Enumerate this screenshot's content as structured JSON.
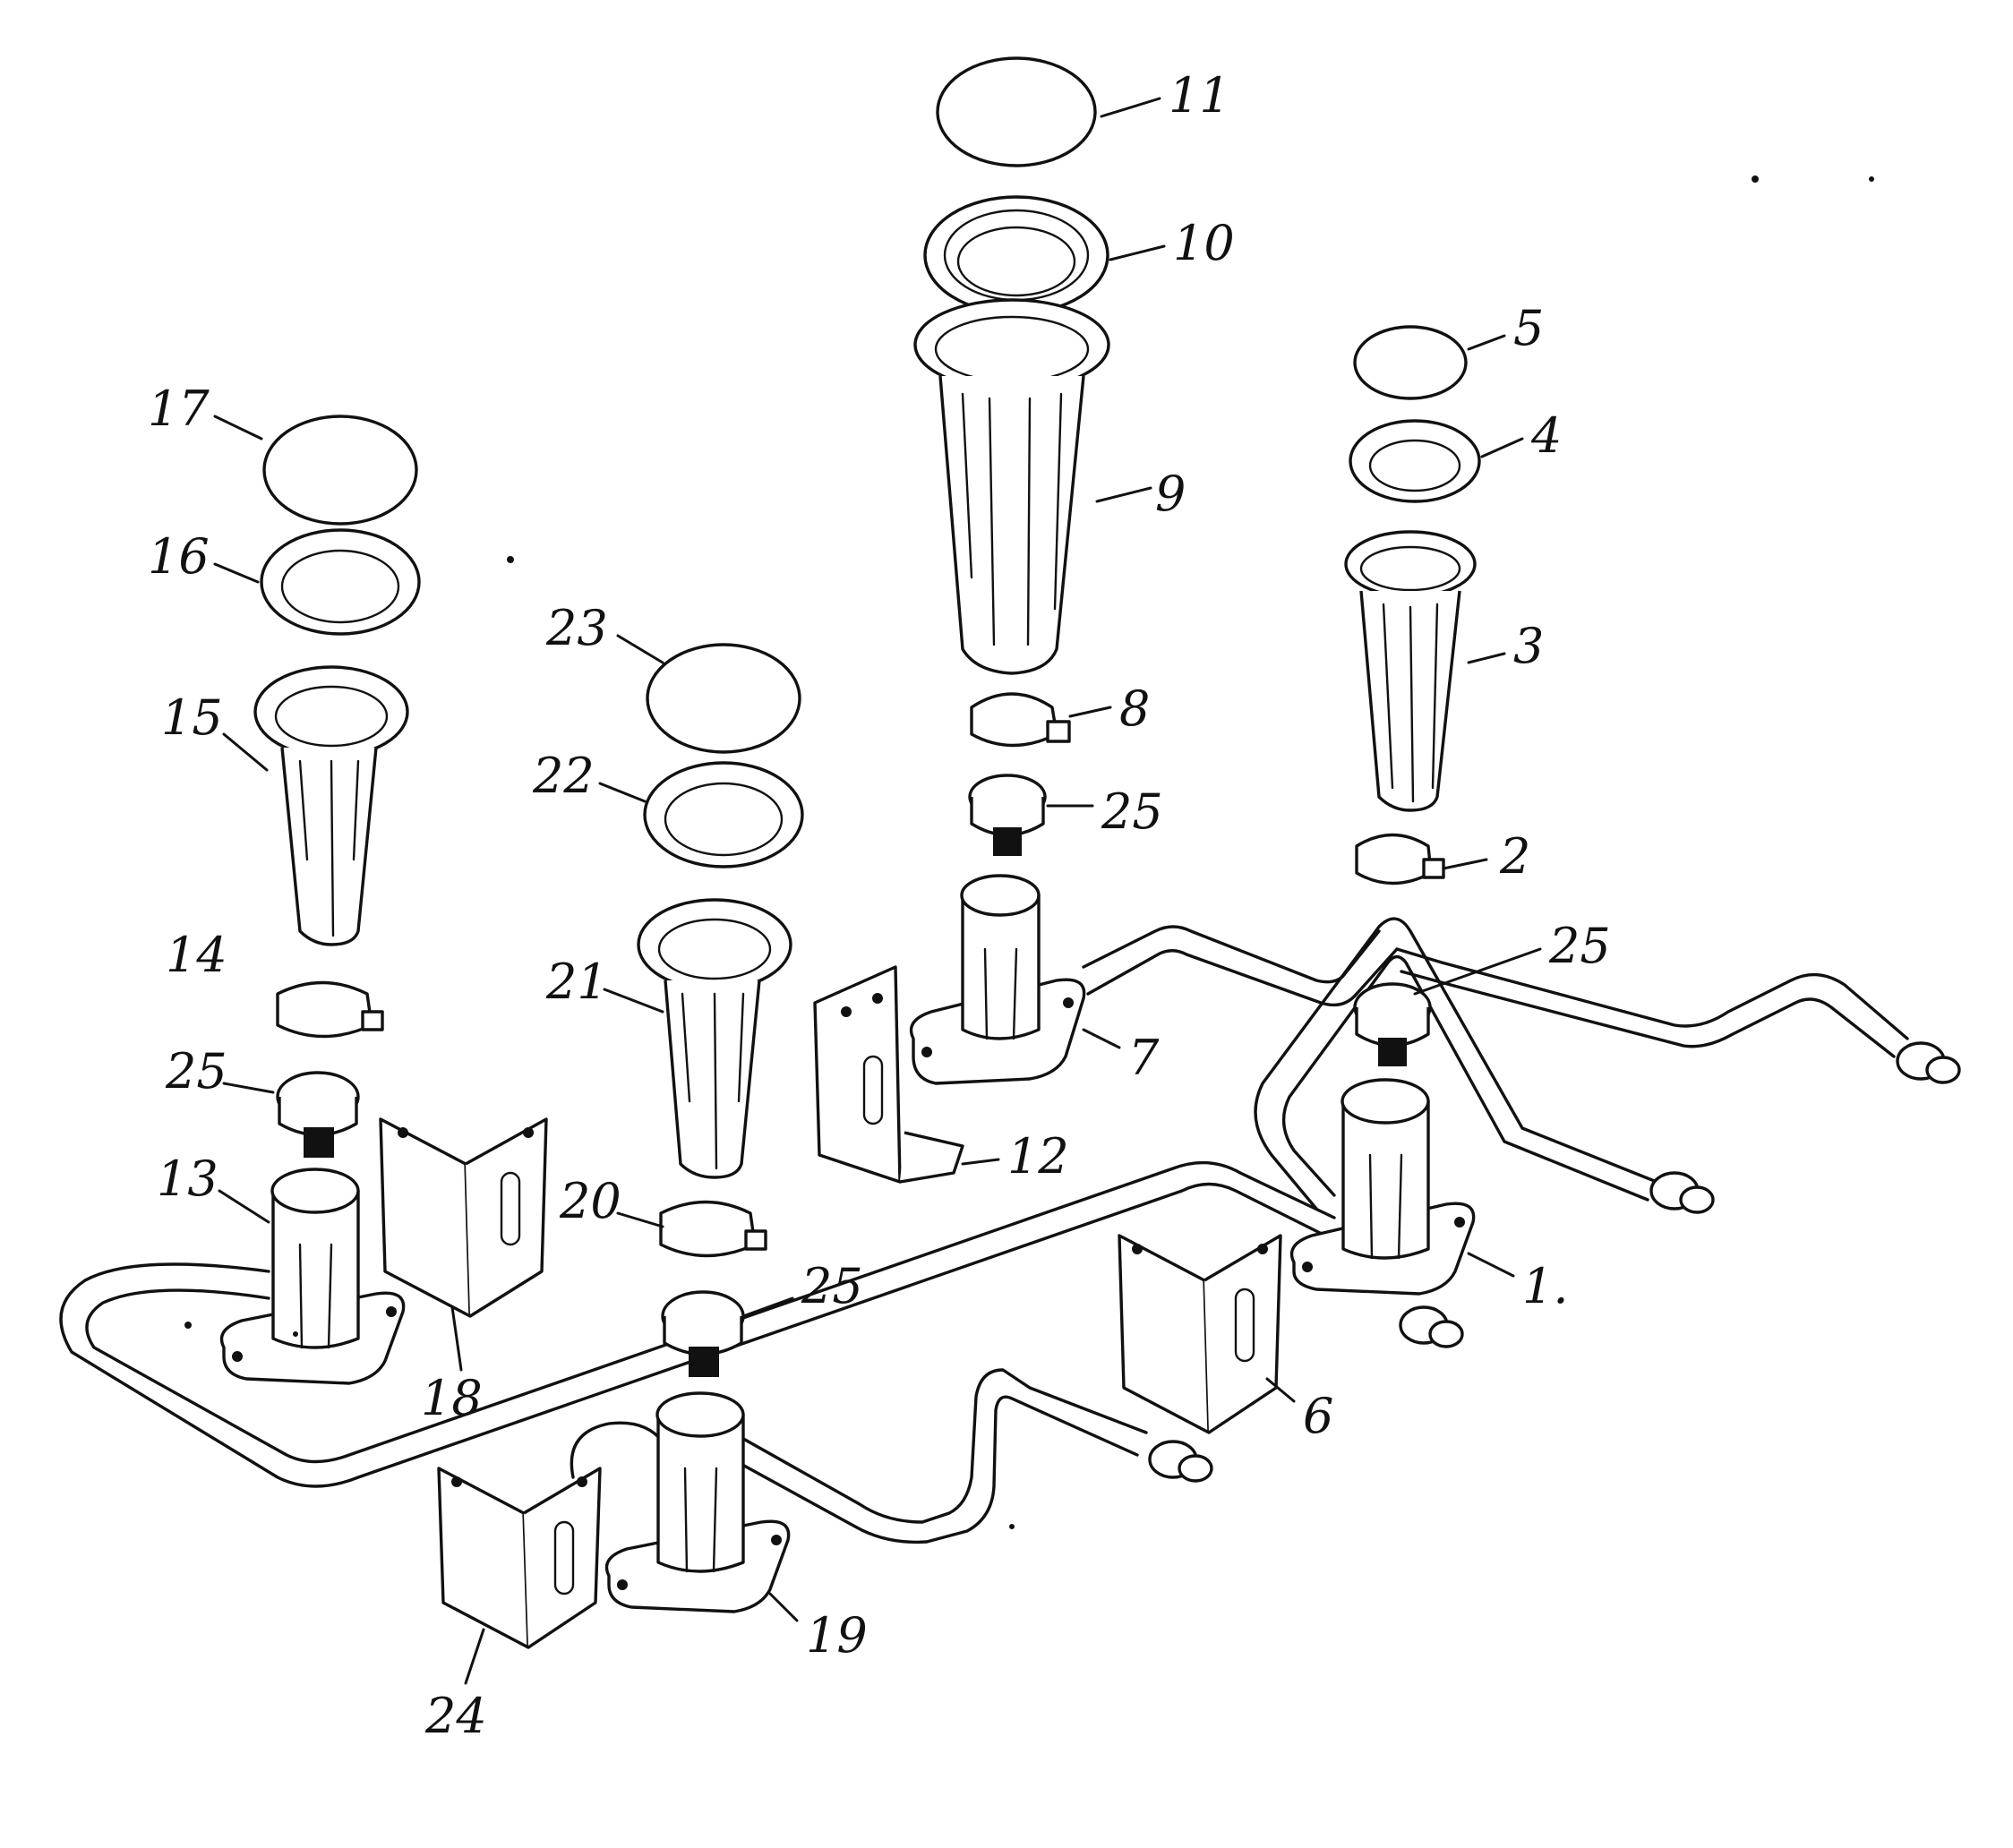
{
  "labels": [
    {
      "id": "1",
      "text": "1."
    },
    {
      "id": "2",
      "text": "2"
    },
    {
      "id": "3",
      "text": "3"
    },
    {
      "id": "4",
      "text": "4"
    },
    {
      "id": "5",
      "text": "5"
    },
    {
      "id": "6",
      "text": "6"
    },
    {
      "id": "7",
      "text": "7"
    },
    {
      "id": "8",
      "text": "8"
    },
    {
      "id": "9",
      "text": "9"
    },
    {
      "id": "10",
      "text": "10"
    },
    {
      "id": "11",
      "text": "11"
    },
    {
      "id": "12",
      "text": "12"
    },
    {
      "id": "13",
      "text": "13"
    },
    {
      "id": "14",
      "text": "14"
    },
    {
      "id": "15",
      "text": "15"
    },
    {
      "id": "16",
      "text": "16"
    },
    {
      "id": "17",
      "text": "17"
    },
    {
      "id": "18",
      "text": "18"
    },
    {
      "id": "19",
      "text": "19"
    },
    {
      "id": "20",
      "text": "20"
    },
    {
      "id": "21",
      "text": "21"
    },
    {
      "id": "22",
      "text": "22"
    },
    {
      "id": "23",
      "text": "23"
    },
    {
      "id": "24",
      "text": "24"
    },
    {
      "id": "25a",
      "text": "25"
    },
    {
      "id": "25b",
      "text": "25"
    },
    {
      "id": "25c",
      "text": "25"
    },
    {
      "id": "25d",
      "text": "25"
    }
  ]
}
